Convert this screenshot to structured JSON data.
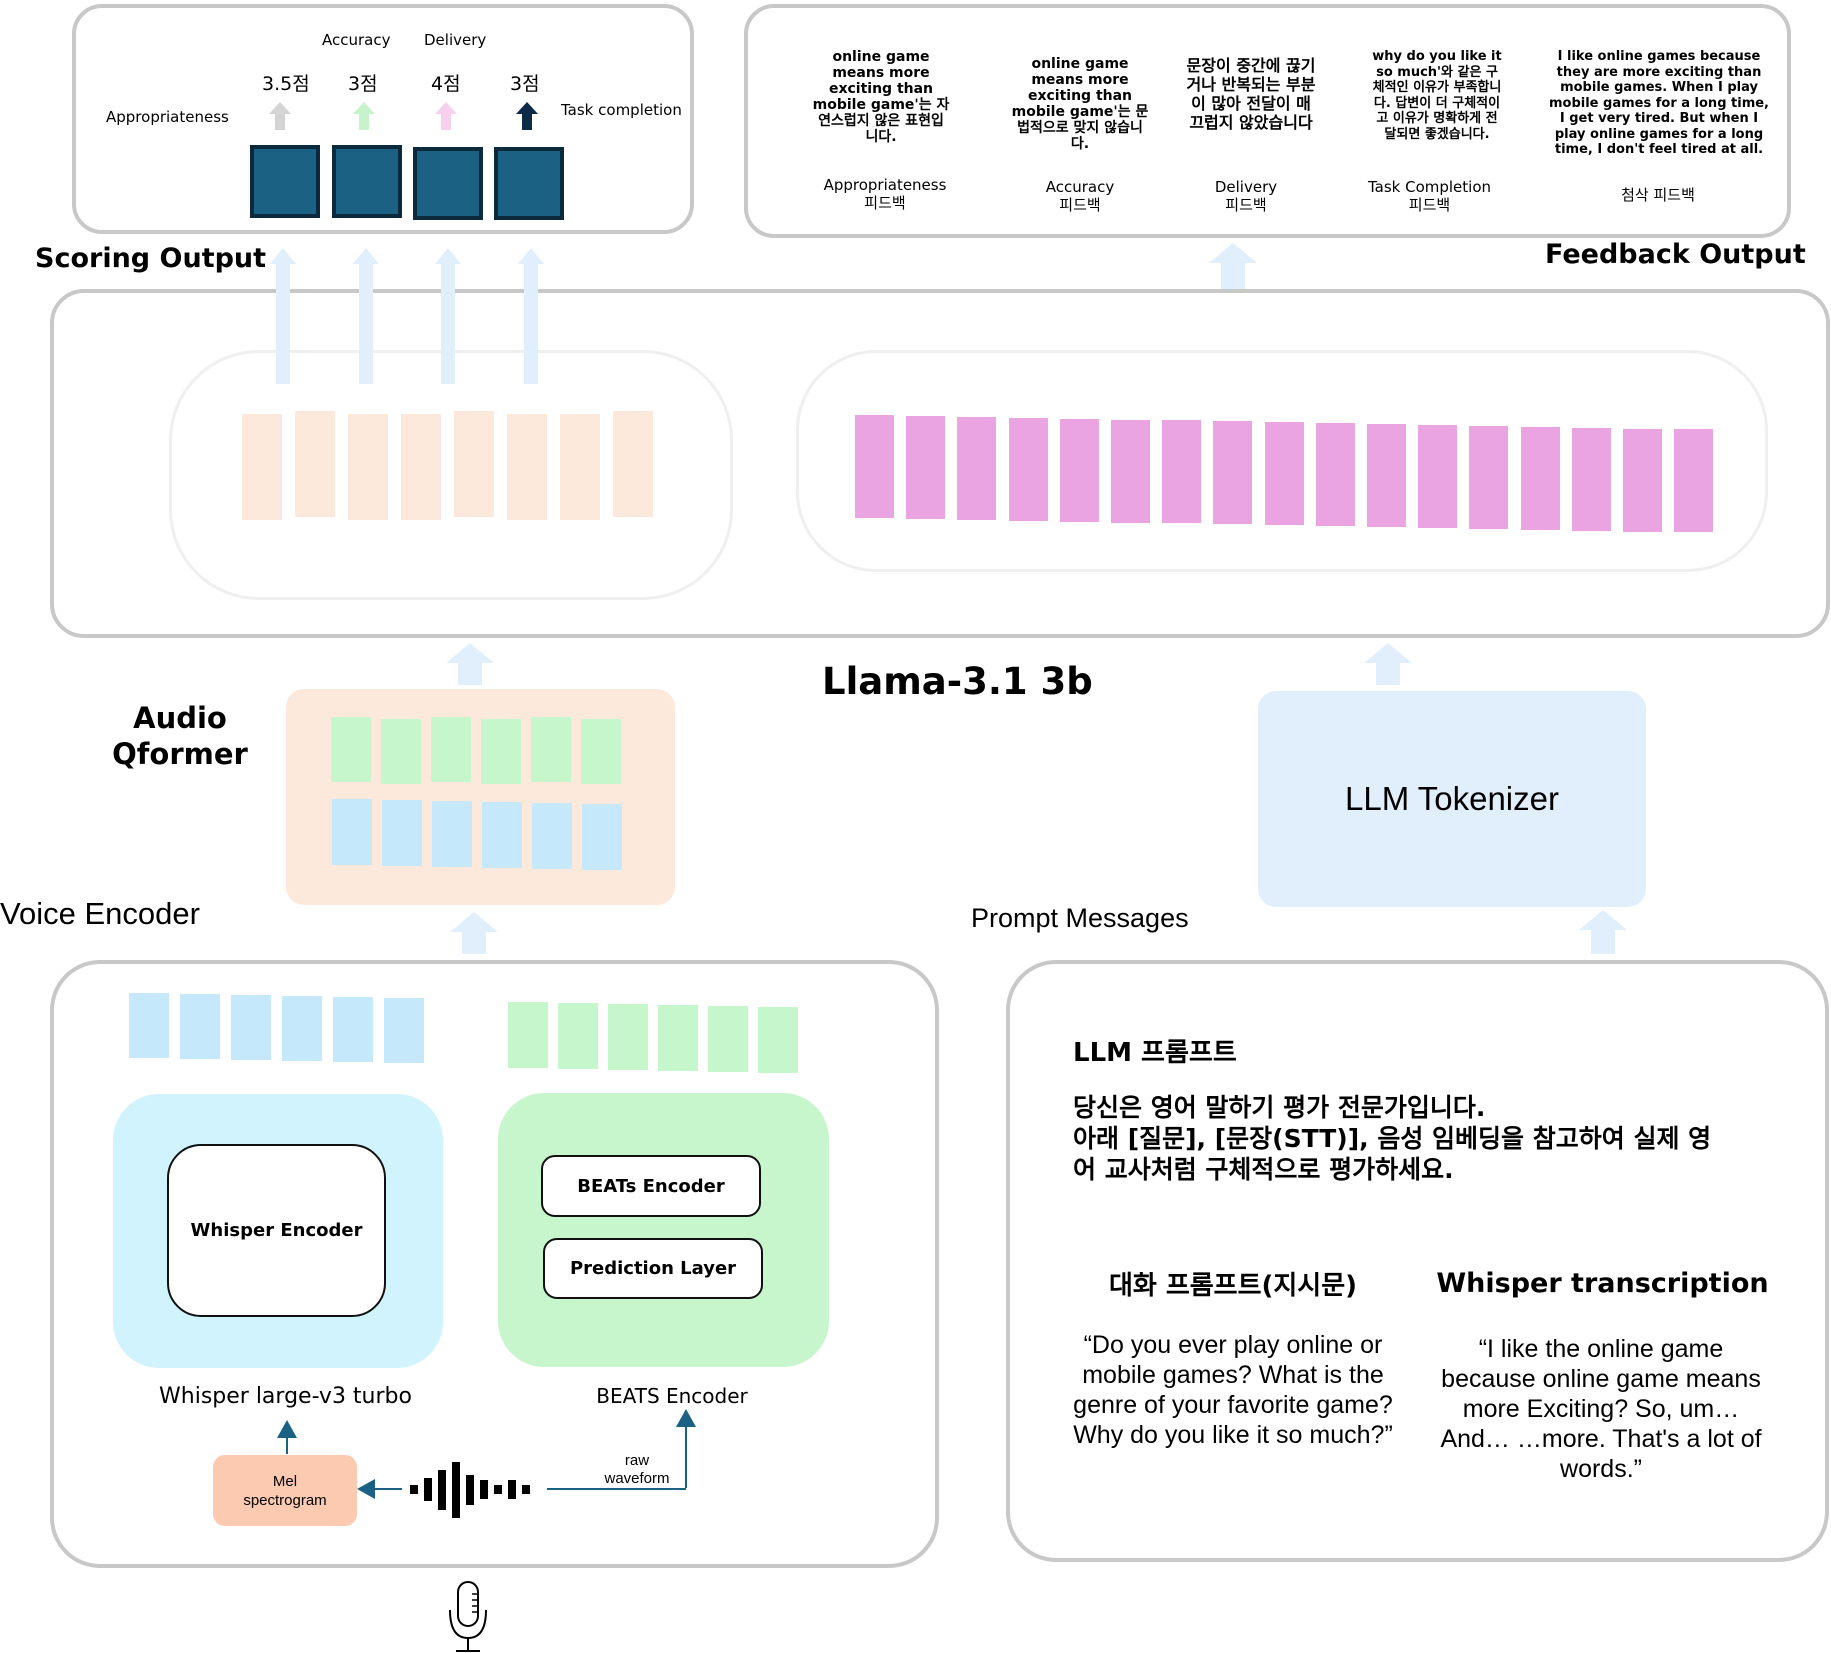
{
  "scoring": {
    "title": "Scoring Output",
    "categories": [
      {
        "name": "Appropriateness",
        "score": "3.5점",
        "arrow_color": "#d4d4d4"
      },
      {
        "name": "Accuracy",
        "score": "3점",
        "arrow_color": "#c6f2cc"
      },
      {
        "name": "Delivery",
        "score": "4점",
        "arrow_color": "#f7d0ee"
      },
      {
        "name": "Task completion",
        "score": "3점",
        "arrow_color": "#0d2a48"
      }
    ]
  },
  "feedback": {
    "title": "Feedback Output",
    "items": [
      {
        "text": "online game means more exciting than mobile game'는 자연스럽지 않은 표현입니다.",
        "label_en": "Appropriateness",
        "label_ko": "피드백"
      },
      {
        "text": "online game means more exciting than mobile game'는 문법적으로 맞지 않습니다.",
        "label_en": "Accuracy",
        "label_ko": "피드백"
      },
      {
        "text": "문장이 중간에 끊기거나 반복되는 부분이 많아 전달이 매끄럽지 않았습니다",
        "label_en": "Delivery",
        "label_ko": "피드백"
      },
      {
        "text": "why do you like it so much'와 같은 구체적인 이유가 부족합니다. 답변이 더 구체적이고 이유가 명확하게 전달되면 좋겠습니다.",
        "label_en": "Task Completion",
        "label_ko": "피드백"
      },
      {
        "text": "I like online games because they are more exciting than mobile games. When I play mobile games for a long time, I get very tired. But when I play online games for a long time, I don't feel tired at all.",
        "label_en": "",
        "label_ko": "첨삭 피드백"
      }
    ]
  },
  "llm": {
    "title": "Llama-3.1 3b",
    "scoring_token_count": 8,
    "feedback_token_count": 17
  },
  "qformer": {
    "title_line1": "Audio",
    "title_line2": "Qformer",
    "green_tokens": 6,
    "blue_tokens": 6
  },
  "tokenizer": {
    "label": "LLM Tokenizer"
  },
  "voice_encoder": {
    "title": "Voice Encoder",
    "whisper": {
      "inner_label": "Whisper Encoder",
      "caption": "Whisper large-v3 turbo",
      "token_count": 6
    },
    "beats": {
      "inner_labels": [
        "BEATs Encoder",
        "Prediction Layer"
      ],
      "caption": "BEATS Encoder",
      "token_count": 6
    },
    "mel_label_line1": "Mel",
    "mel_label_line2": "spectrogram",
    "raw_label_line1": "raw",
    "raw_label_line2": "waveform"
  },
  "prompt": {
    "title": "Prompt Messages",
    "llm_prompt_title": "LLM 프롬프트",
    "llm_prompt_body": [
      "당신은 영어 말하기 평가 전문가입니다.",
      "아래 [질문], [문장(STT)], 음성 임베딩을 참고하여 실제 영",
      "어 교사처럼 구체적으로 평가하세요."
    ],
    "dialog_title": "대화 프롬프트(지시문)",
    "dialog_text": "“Do you ever play online or mobile games? What is the genre of your favorite game? Why do you like it so much?”",
    "whisper_title": "Whisper transcription",
    "whisper_text": "“I like the online game because online game means more  Exciting?  So, um…  And…  …more. That's a lot of words.”"
  },
  "colors": {
    "frame": "#c8c8c8",
    "score_box": "#1a6184",
    "score_border": "#0d2a3d",
    "peach_token": "#fde8dc",
    "pink_token": "#eba4e2",
    "green_token": "#c6f6cc",
    "blue_token": "#c5e8fa",
    "flow_arrow": "#e1effd",
    "qformer_bg": "#fde8dc",
    "tokenizer_bg": "#e1effd",
    "whisper_bg": "#d1f3fd",
    "beats_bg": "#c7f6cd",
    "mel_bg": "#fccab0",
    "signal_arrow": "#1a6184"
  }
}
